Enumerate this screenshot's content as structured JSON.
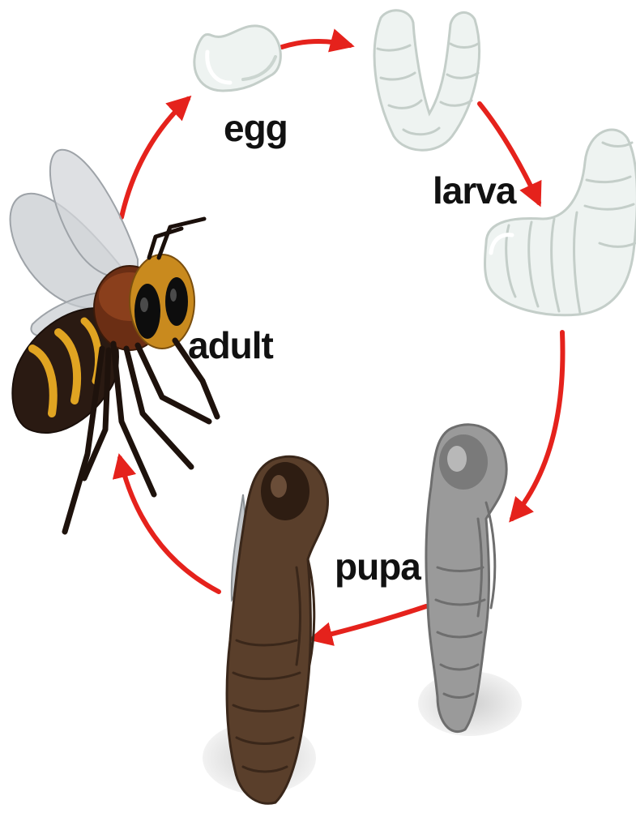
{
  "stages": [
    {
      "key": "egg",
      "label": "egg"
    },
    {
      "key": "larva",
      "label": "larva"
    },
    {
      "key": "pupa",
      "label": "pupa"
    },
    {
      "key": "adult",
      "label": "adult"
    }
  ],
  "colors": {
    "arrow": "#e5221c",
    "larva_body": "#eef3f1",
    "larva_shade": "#c9d2ce",
    "pupa_grey": "#9a9a9a",
    "pupa_brown": "#5a3f2b",
    "bee_fur": "#c98a1e",
    "bee_stripe_dark": "#2a1a12",
    "bee_stripe_yellow": "#e0a422",
    "wing": "#c8ccd0",
    "shadow": "#d9d9d9"
  }
}
